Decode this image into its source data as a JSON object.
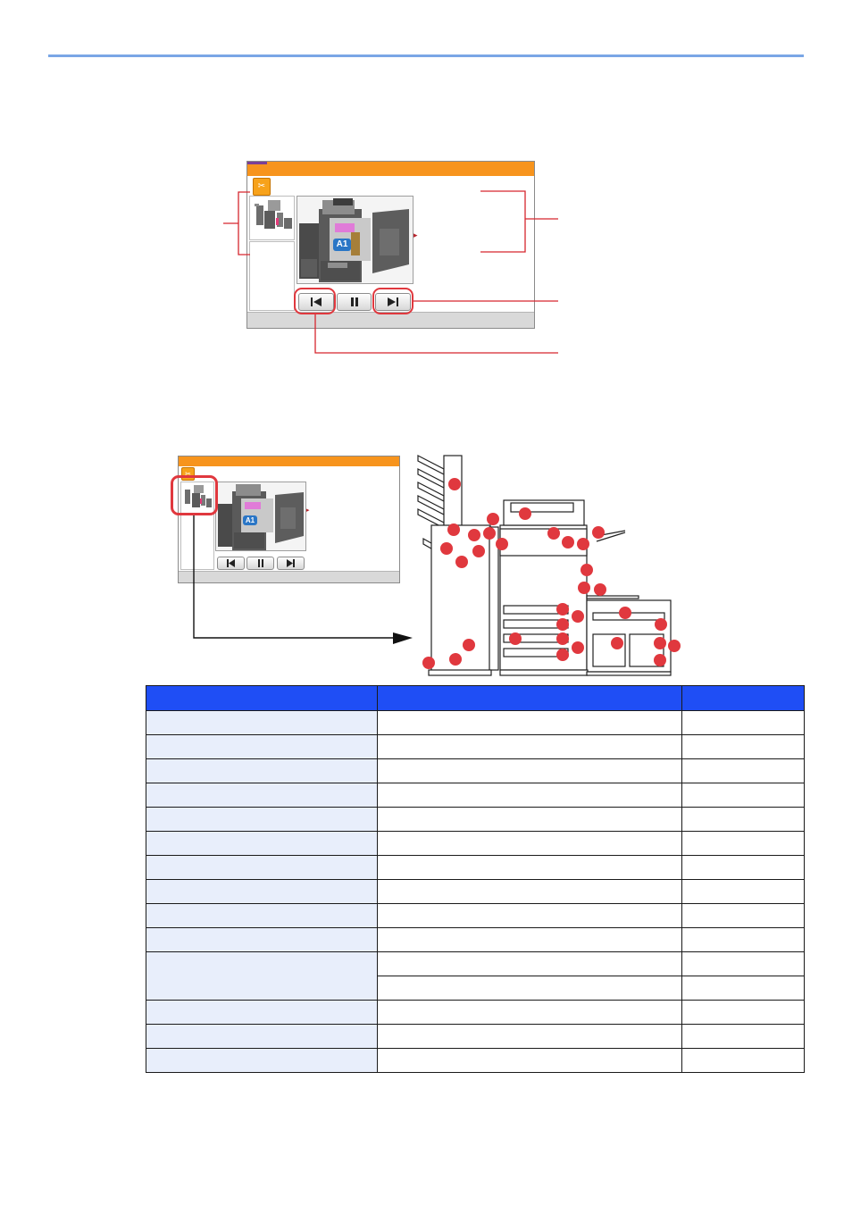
{
  "page": {
    "accent_color": "#7aa6e6",
    "highlight_color": "#e0383e",
    "panel_bar_color": "#f7941d"
  },
  "top_panel": {
    "help_icon": "paper-jam-help-icon",
    "location_badge": "A1",
    "buttons": [
      {
        "name": "previous-step-button",
        "icon": "skip-back-icon",
        "glyph": "⏮"
      },
      {
        "name": "pause-button",
        "icon": "pause-icon",
        "glyph": "⏸"
      },
      {
        "name": "next-step-button",
        "icon": "skip-forward-icon",
        "glyph": "⏭"
      }
    ]
  },
  "bottom_panel": {
    "location_badge": "A1"
  },
  "table": {
    "header_color": "#1f4ef5",
    "first_column_color": "#e8eefb",
    "columns": [
      "",
      "",
      ""
    ],
    "rows": [
      [
        "",
        "",
        ""
      ],
      [
        "",
        "",
        ""
      ],
      [
        "",
        "",
        ""
      ],
      [
        "",
        "",
        ""
      ],
      [
        "",
        "",
        ""
      ],
      [
        "",
        "",
        ""
      ],
      [
        "",
        "",
        ""
      ],
      [
        "",
        "",
        ""
      ],
      [
        "",
        "",
        ""
      ],
      [
        "",
        "",
        ""
      ],
      [
        "",
        "",
        ""
      ],
      [
        "",
        "",
        ""
      ],
      [
        "",
        "",
        ""
      ],
      [
        "",
        "",
        ""
      ],
      [
        "",
        "",
        ""
      ]
    ]
  }
}
